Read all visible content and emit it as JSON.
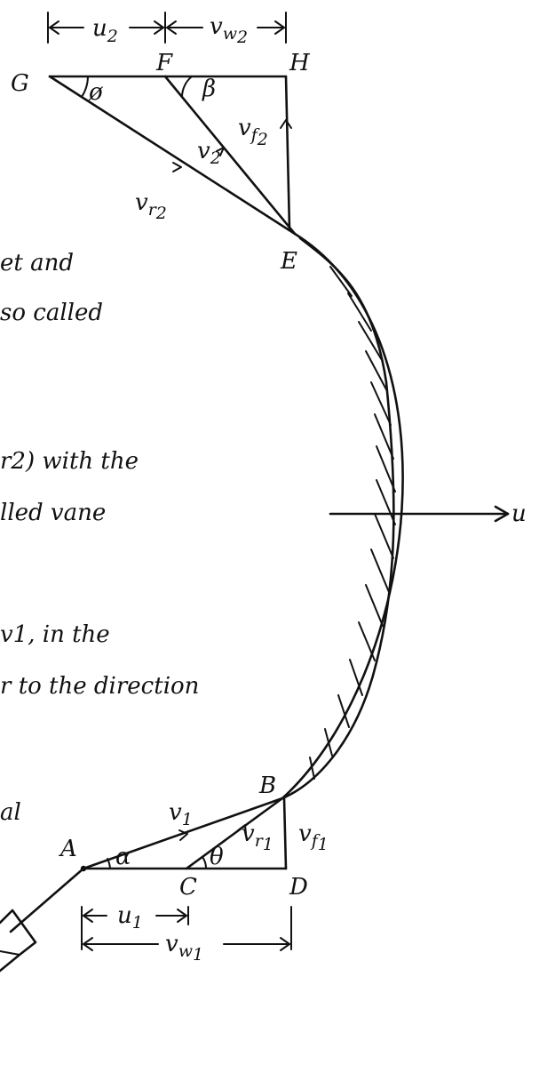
{
  "labels": {
    "G": "G",
    "F": "F",
    "H": "H",
    "E": "E",
    "B": "B",
    "A": "A",
    "C": "C",
    "D": "D",
    "phi": "ø",
    "beta": "β",
    "alpha": "α",
    "theta": "θ",
    "u": "u",
    "u2": "u",
    "u2_sub": "2",
    "vw2": "v",
    "vw2_sub": "w",
    "vw2_sub2": "2",
    "vf2": "v",
    "vf2_sub": "f",
    "vf2_sub2": "2",
    "v2": "v",
    "v2_sub": "2",
    "vr2": "v",
    "vr2_sub": "r",
    "vr2_sub2": "2",
    "v1": "v",
    "v1_sub": "1",
    "vr1": "v",
    "vr1_sub": "r",
    "vr1_sub2": "1",
    "vf1": "v",
    "vf1_sub": "f",
    "vf1_sub2": "1",
    "u1": "u",
    "u1_sub": "1",
    "vw1": "v",
    "vw1_sub": "w",
    "vw1_sub2": "1"
  },
  "text_fragments": [
    "et  and",
    "so  called",
    "r2) with  the",
    "lled  vane",
    "v1, in  the",
    "r to  the direction",
    "al"
  ]
}
